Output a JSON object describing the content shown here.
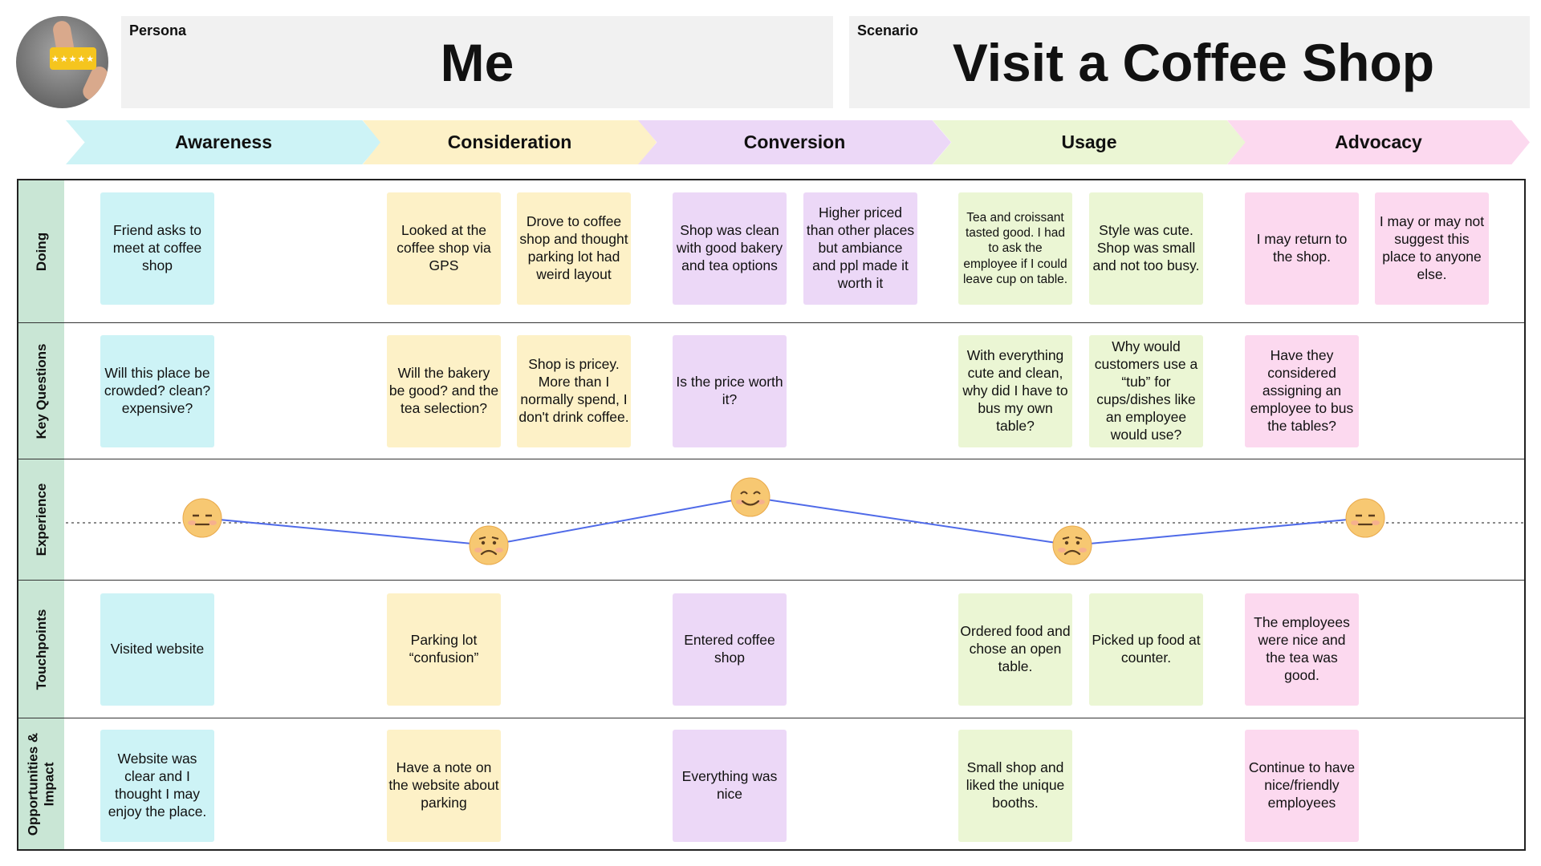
{
  "persona": {
    "label": "Persona",
    "name": "Me"
  },
  "scenario": {
    "label": "Scenario",
    "title": "Visit a Coffee Shop"
  },
  "stages": [
    "Awareness",
    "Consideration",
    "Conversion",
    "Usage",
    "Advocacy"
  ],
  "colors": {
    "awareness": "#cdf3f6",
    "consideration": "#fdf1c7",
    "conversion": "#ecd8f7",
    "usage": "#ebf6d4",
    "advocacy": "#fcd9ef",
    "row_label": "#c9e6d5",
    "experience_line": "#4f6ae8"
  },
  "rows": {
    "doing": "Doing",
    "questions": "Key Questions",
    "experience": "Experience",
    "touchpoints": "Touchpoints",
    "opportunities": "Opportunities & Impact"
  },
  "doing": [
    "Friend asks to meet at coffee shop",
    "Looked at the coffee shop via GPS",
    "Drove to coffee shop and thought parking lot had weird layout",
    "Shop was clean with good bakery and tea options",
    "Higher priced than other places but ambiance and ppl made it worth it",
    "Tea and croissant tasted good. I had to ask the employee if I could leave cup on table.",
    "Style was cute. Shop was small and not too busy.",
    "I may return to the shop.",
    "I may or may not suggest this place to anyone else."
  ],
  "questions": [
    "Will this place be crowded? clean? expensive?",
    "Will the bakery be good? and the tea selection?",
    "Shop is pricey. More than I normally spend, I don't drink coffee.",
    "Is the price worth it?",
    "With everything cute and clean, why did I have to bus my own table?",
    "Why would customers use a “tub” for cups/dishes like an employee would use?",
    "Have they considered assigning an employee to bus the tables?"
  ],
  "touchpoints": [
    "Visited website",
    "Parking lot “confusion”",
    "Entered coffee shop",
    "Ordered food and chose an open table.",
    "Picked up food at counter.",
    "The employees were nice and the tea was good."
  ],
  "opportunities": [
    "Website was clear and I thought I may enjoy the place.",
    "Have a note on the website about parking",
    "Everything was nice",
    "Small shop and liked the unique booths.",
    "Continue to have nice/friendly employees"
  ],
  "experience": [
    {
      "stage": "Awareness",
      "mood": "neutral"
    },
    {
      "stage": "Consideration",
      "mood": "sad"
    },
    {
      "stage": "Conversion",
      "mood": "happy"
    },
    {
      "stage": "Usage",
      "mood": "sad"
    },
    {
      "stage": "Advocacy",
      "mood": "neutral"
    }
  ]
}
